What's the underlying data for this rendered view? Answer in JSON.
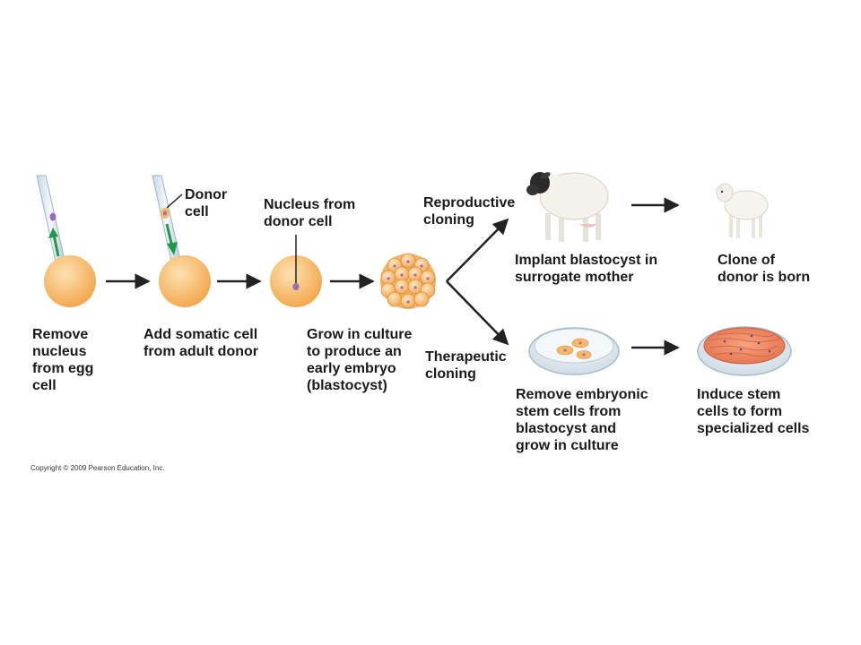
{
  "labels": {
    "donor_cell": "Donor\ncell",
    "nucleus_from_donor": "Nucleus from\ndonor cell",
    "reproductive_cloning": "Reproductive\ncloning",
    "therapeutic_cloning": "Therapeutic\ncloning"
  },
  "steps": {
    "remove_nucleus": "Remove\nnucleus\nfrom egg\ncell",
    "add_somatic": "Add somatic cell\nfrom adult donor",
    "grow_culture": "Grow in culture\nto produce an\nearly embryo\n(blastocyst)",
    "implant": "Implant blastocyst in\nsurrogate mother",
    "clone_born": "Clone of\ndonor is born",
    "remove_stem": "Remove embryonic\nstem cells from\nblastocyst and\ngrow in culture",
    "induce_stem": "Induce stem\ncells to form\nspecialized cells"
  },
  "copyright": "Copyright © 2009 Pearson Education, Inc.",
  "colors": {
    "egg": "#f6b865",
    "egg_light": "#fde2b3",
    "arrow": "#222222",
    "pipette_arrow": "#1e9a4a",
    "nucleus": "#9a6bb8",
    "sheep_wool": "#f2f0e8",
    "sheep_face": "#2a2a2a",
    "dish": "#dfe8ee",
    "tissue": "#f08a64"
  }
}
